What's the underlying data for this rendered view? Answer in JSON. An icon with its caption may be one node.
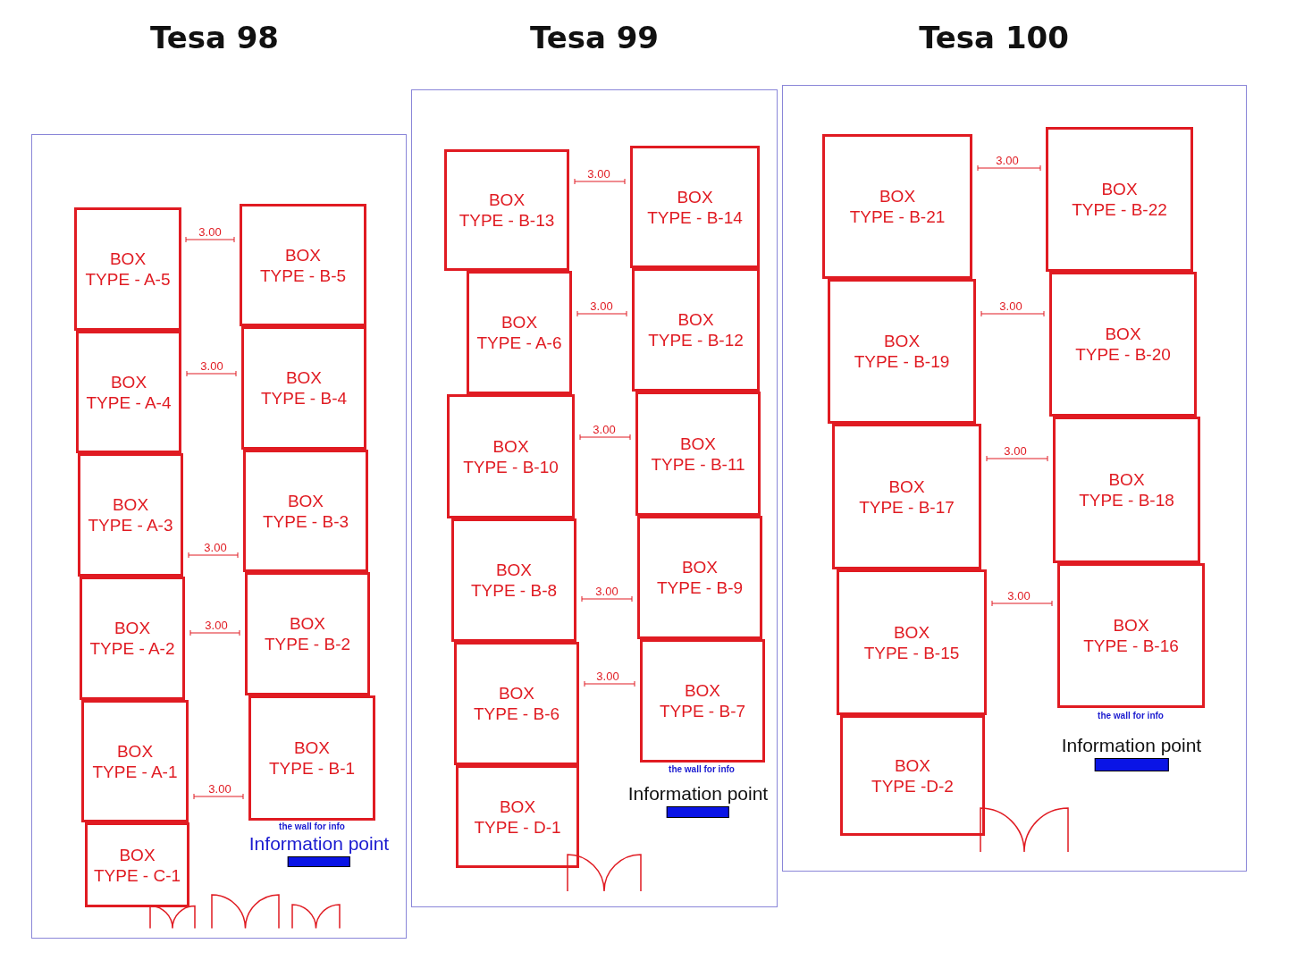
{
  "diagram": {
    "nodes": [
      {
        "text": [
          "Tesa 98"
        ]
      },
      {
        "text": [
          "BOX TYPE - A-5"
        ],
        "in": 0
      },
      {
        "text": [
          "BOX TYPE - B-5"
        ],
        "in": 0
      },
      {
        "text": [
          "BOX TYPE - A-4"
        ],
        "in": 0
      },
      {
        "text": [
          "BOX TYPE - B-4"
        ],
        "in": 0
      },
      {
        "text": [
          "BOX TYPE - A-3"
        ],
        "in": 0
      },
      {
        "text": [
          "BOX TYPE - B-3"
        ],
        "in": 0
      },
      {
        "text": [
          "BOX TYPE - A-2"
        ],
        "in": 0
      },
      {
        "text": [
          "BOX TYPE - B-2"
        ],
        "in": 0
      },
      {
        "text": [
          "BOX TYPE - A-1"
        ],
        "in": 0
      },
      {
        "text": [
          "BOX TYPE - B-1"
        ],
        "in": 0
      },
      {
        "text": [
          "BOX TYPE - C-1"
        ],
        "in": 0
      },
      {
        "text": [
          "Information point"
        ],
        "in": 0
      },
      {
        "text": [
          "Tesa 99"
        ]
      },
      {
        "text": [
          "BOX TYPE - B-13"
        ],
        "in": 13
      },
      {
        "text": [
          "BOX TYPE - B-14"
        ],
        "in": 13
      },
      {
        "text": [
          "BOX TYPE - A-6"
        ],
        "in": 13
      },
      {
        "text": [
          "BOX TYPE - B-12"
        ],
        "in": 13
      },
      {
        "text": [
          "BOX TYPE - B-10"
        ],
        "in": 13
      },
      {
        "text": [
          "BOX TYPE - B-11"
        ],
        "in": 13
      },
      {
        "text": [
          "BOX TYPE - B-8"
        ],
        "in": 13
      },
      {
        "text": [
          "BOX TYPE - B-9"
        ],
        "in": 13
      },
      {
        "text": [
          "BOX TYPE - B-6"
        ],
        "in": 13
      },
      {
        "text": [
          "BOX TYPE - B-7"
        ],
        "in": 13
      },
      {
        "text": [
          "BOX TYPE - D-1"
        ],
        "in": 13
      },
      {
        "text": [
          "Information point"
        ],
        "in": 13
      },
      {
        "text": [
          "Tesa 100"
        ]
      },
      {
        "text": [
          "BOX TYPE - B-21"
        ],
        "in": 26
      },
      {
        "text": [
          "BOX TYPE - B-22"
        ],
        "in": 26
      },
      {
        "text": [
          "BOX TYPE - B-19"
        ],
        "in": 26
      },
      {
        "text": [
          "BOX TYPE - B-20"
        ],
        "in": 26
      },
      {
        "text": [
          "BOX TYPE - B-17"
        ],
        "in": 26
      },
      {
        "text": [
          "BOX TYPE - B-18"
        ],
        "in": 26
      },
      {
        "text": [
          "BOX TYPE - B-15"
        ],
        "in": 26
      },
      {
        "text": [
          "BOX TYPE - B-16"
        ],
        "in": 26
      },
      {
        "text": [
          "BOX TYPE -D-2"
        ],
        "in": 26
      },
      {
        "text": [
          "Information point"
        ],
        "in": 26
      }
    ],
    "edges": [],
    "labels": [
      "3.00",
      "3.00",
      "3.00",
      "3.00",
      "3.00",
      "the wall for info",
      "3.00",
      "3.00",
      "3.00",
      "3.00",
      "3.00",
      "the wall for info",
      "3.00",
      "3.00",
      "3.00",
      "3.00",
      "the wall for info"
    ]
  }
}
